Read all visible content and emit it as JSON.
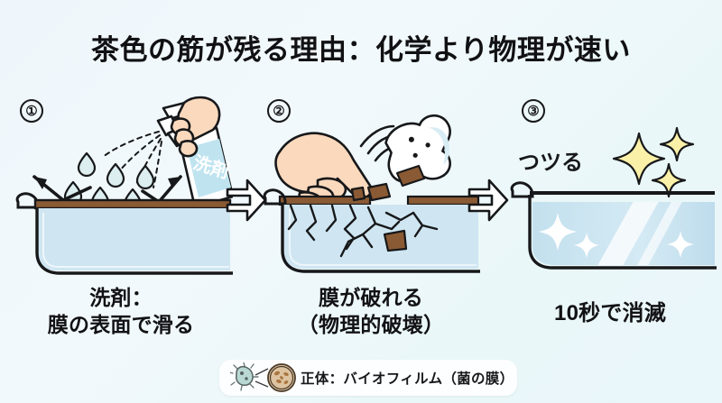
{
  "title": "茶色の筋が残る理由：化学より物理が速い",
  "colors": {
    "background_top": "#eef6fb",
    "background_bottom": "#e9f6fa",
    "ink": "#17181a",
    "water": "#cfe6f2",
    "film_brown": "#8a5a34",
    "skin": "#fbd9bd",
    "bottle_label": "#bfe4f0",
    "sparkle_yellow": "#fbf0a8",
    "pill_background": "#fdfeff",
    "bacteria_teal": "#b9d8d4",
    "magnifier_tan": "#ddc3a0"
  },
  "panels": [
    {
      "step": "①",
      "art": "spray-bottle-over-tub",
      "bottle_label": "洗剤",
      "caption_line1": "洗剤：",
      "caption_line2": "膜の表面で滑る"
    },
    {
      "step": "②",
      "art": "finger-and-sponge-breaking-film",
      "caption_line1": "膜が破れる",
      "caption_line2": "（物理的破壊）"
    },
    {
      "step": "③",
      "art": "clean-shiny-tub",
      "onomatopoeia": "つツる",
      "caption_line1": "10秒で消滅",
      "caption_line2": ""
    }
  ],
  "arrows": [
    {
      "name": "arrow-step1-to-step2",
      "glyph": "⇒"
    },
    {
      "name": "arrow-step2-to-step3",
      "glyph": "⇒"
    }
  ],
  "footer": {
    "text": "正体：バイオフィルム（菌の膜）",
    "icons": [
      "bacteria-icon",
      "magnifier-biofilm-icon"
    ]
  }
}
